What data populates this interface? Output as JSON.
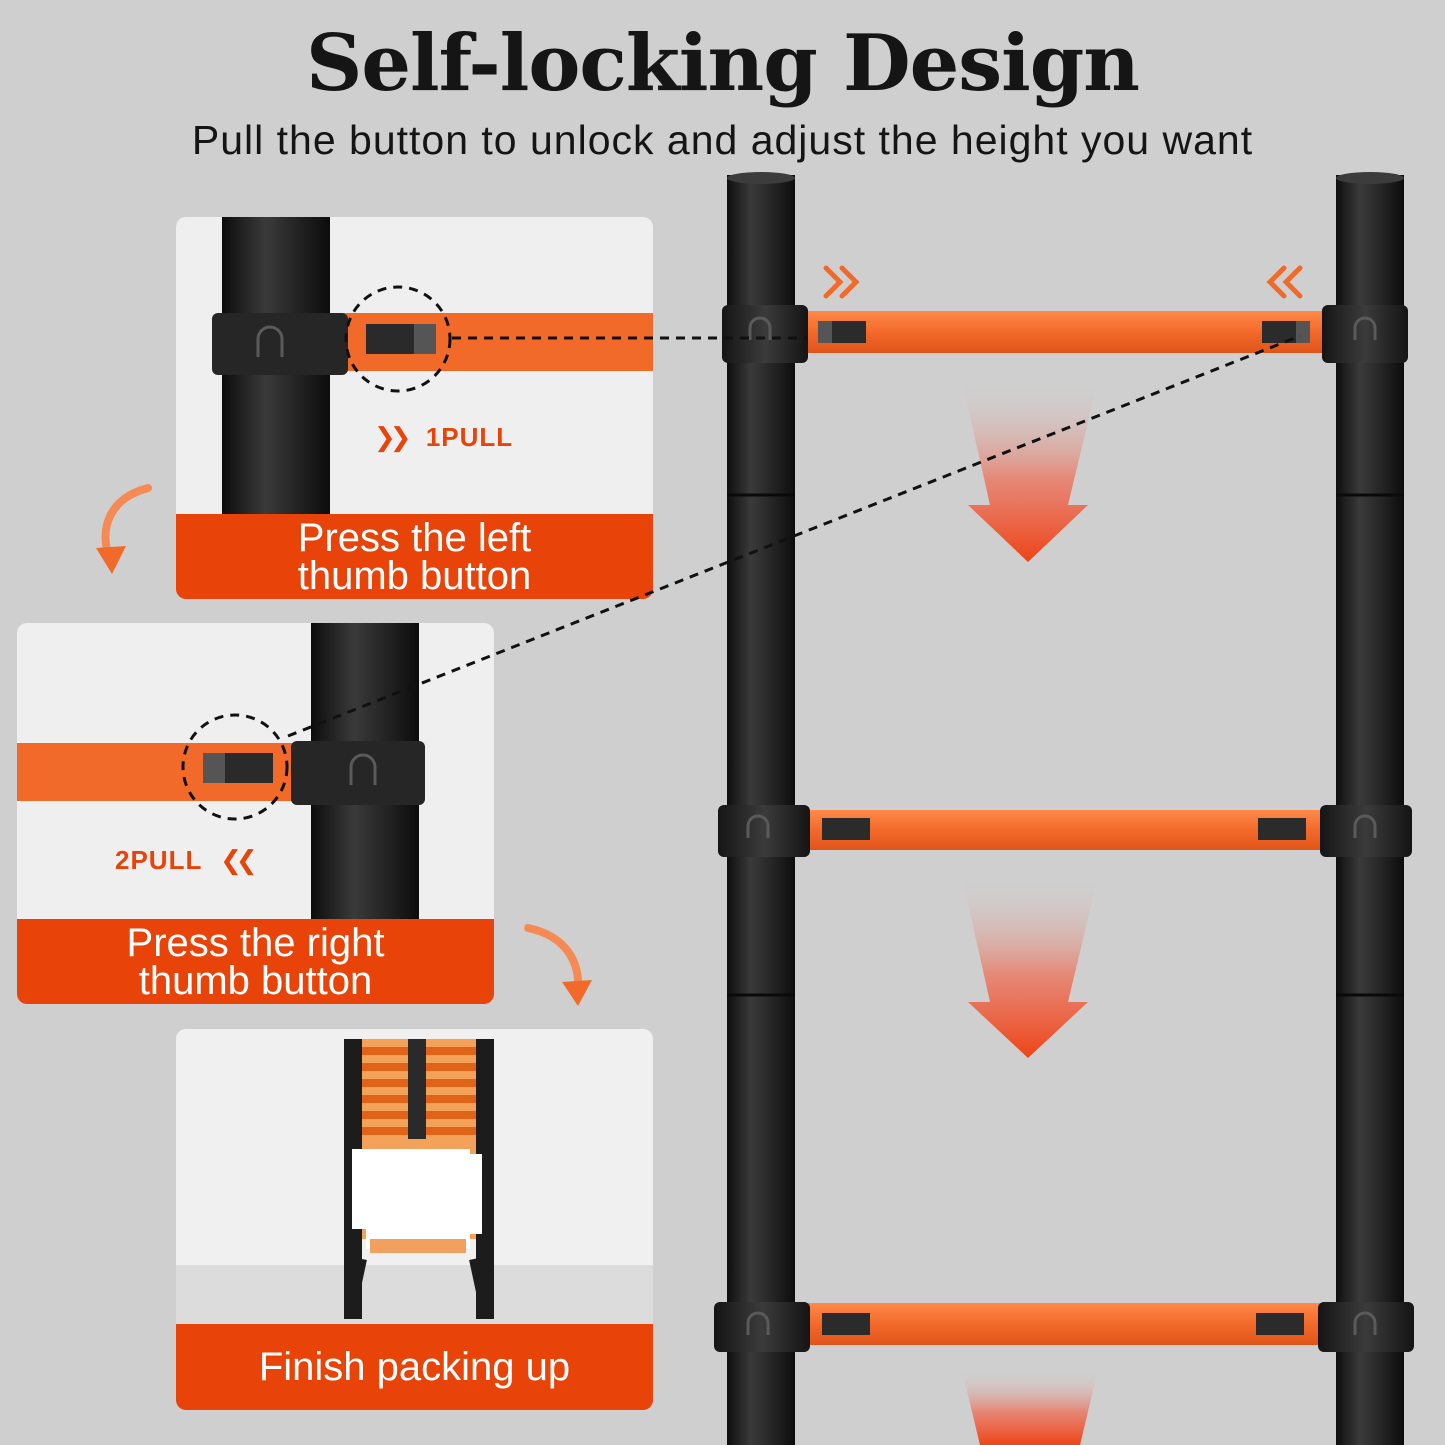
{
  "header": {
    "title": "Self-locking Design",
    "subtitle": "Pull the button to unlock and adjust the height you want"
  },
  "steps": [
    {
      "caption": "Press the left thumb button",
      "pull_label": "1PULL"
    },
    {
      "caption": "Press the right thumb button",
      "pull_label": "2PULL"
    },
    {
      "caption": "Finish packing up"
    }
  ],
  "colors": {
    "background": "#cfcfcf",
    "accent": "#e8440a",
    "rung": "#f26a2a",
    "rail": "#1d1d1d"
  }
}
